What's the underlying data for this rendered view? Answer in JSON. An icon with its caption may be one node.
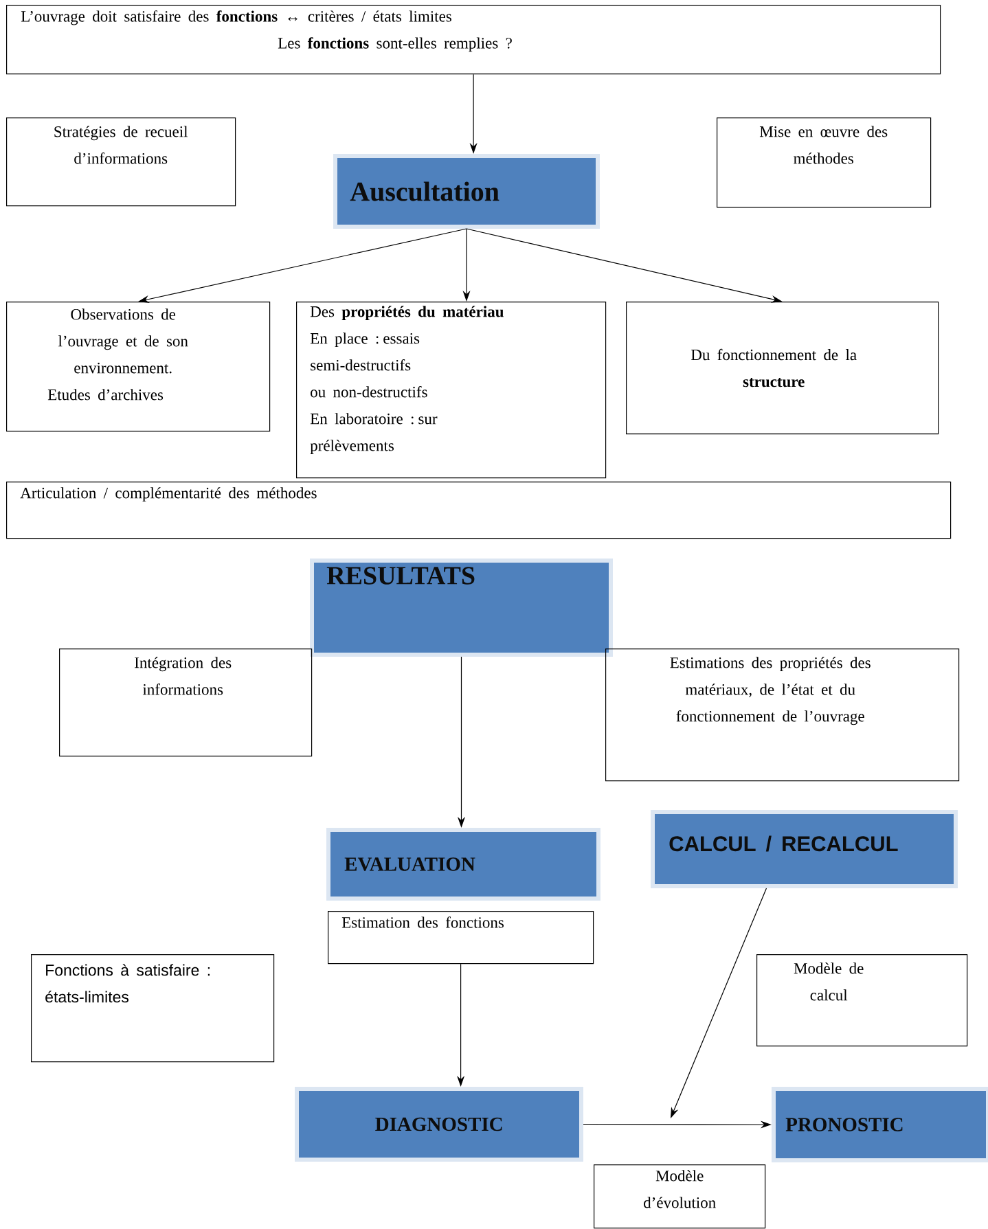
{
  "diagram": {
    "nodes": [
      {
        "text": [
          "L’ouvrage doit satisfaire des **fonctions** ↔ critères / états limites",
          "Les **fonctions** sont-elles remplies ?"
        ]
      },
      {
        "text": [
          "Stratégies de recueil d’informations"
        ]
      },
      {
        "text": [
          "Auscultation"
        ]
      },
      {
        "text": [
          "Mise en œuvre des méthodes"
        ]
      },
      {
        "text": [
          "Observations de l’ouvrage et de son environnement.",
          "Etudes d’archives"
        ]
      },
      {
        "text": [
          "Des **propriétés du matériau**",
          "En place : essais semi-destructifs",
          "ou non-destructifs",
          "En laboratoire : sur prélèvements"
        ]
      },
      {
        "text": [
          "Du fonctionnement de la **structure**"
        ]
      },
      {
        "text": [
          "Articulation / complémentarité des méthodes"
        ]
      },
      {
        "text": [
          "RESULTATS"
        ]
      },
      {
        "text": [
          "Intégration des informations"
        ]
      },
      {
        "text": [
          "Estimations des propriétés des matériaux, de l’état et du fonctionnement de l’ouvrage"
        ]
      },
      {
        "text": [
          "EVALUATION"
        ]
      },
      {
        "text": [
          "CALCUL / RECALCUL"
        ]
      },
      {
        "text": [
          "Estimation des fonctions"
        ]
      },
      {
        "text": [
          "Fonctions à satisfaire : états-limites"
        ]
      },
      {
        "text": [
          "Modèle de calcul"
        ]
      },
      {
        "text": [
          "DIAGNOSTIC"
        ]
      },
      {
        "text": [
          "PRONOSTIC"
        ]
      },
      {
        "text": [
          "Modèle d’évolution"
        ]
      }
    ],
    "edges": [
      {
        "from": 0,
        "to": 2,
        "arrow": "to"
      },
      {
        "from": 2,
        "to": 4,
        "arrow": "to"
      },
      {
        "from": 2,
        "to": 5,
        "arrow": "to"
      },
      {
        "from": 2,
        "to": 6,
        "arrow": "to"
      },
      {
        "from": 8,
        "to": 11,
        "arrow": "to"
      },
      {
        "from": 13,
        "to": 16,
        "arrow": "to"
      },
      {
        "from": 16,
        "to": 17,
        "arrow": "to"
      },
      {
        "from": 12,
        "to": null,
        "arrow": "to"
      }
    ]
  }
}
